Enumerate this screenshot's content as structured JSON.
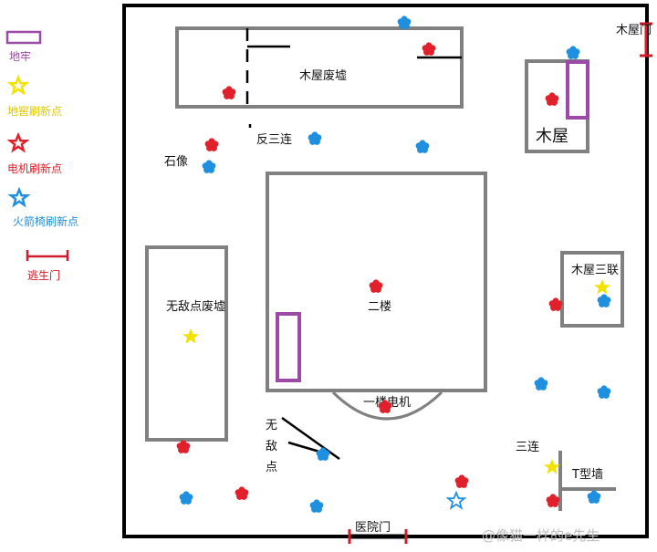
{
  "colors": {
    "wall": "#000000",
    "building": "#808080",
    "dungeon": "#9b4aa5",
    "generator": "#e0202a",
    "hatch": "#f2e200",
    "rocket_chair": "#1f8fe0",
    "exit_gate": "#d01b28"
  },
  "legend": {
    "dungeon": "地牢",
    "hatch": "地窖刷新点",
    "generator": "电机刷新点",
    "rocket_chair": "火箭椅刷新点",
    "exit_gate": "逃生门"
  },
  "labels": {
    "cabin_ruins": "木屋废墟",
    "cabin_gate": "木屋门",
    "cabin": "木屋",
    "reverse_triple": "反三连",
    "statue": "石像",
    "second_floor": "二楼",
    "invincible_ruins": "无敌点废墟",
    "cabin_triple": "木屋三联",
    "first_floor_generator": "一楼电机",
    "invincible_point": "无敌点",
    "triple": "三连",
    "t_wall": "T型墙",
    "hospital_gate": "医院门"
  },
  "watermark": "@像猫一样的e先生",
  "icons": {
    "generator": "flower-icon",
    "rocket_chair": "flower-icon",
    "hatch": "star-icon",
    "legend_marker": "outline-star-icon"
  }
}
